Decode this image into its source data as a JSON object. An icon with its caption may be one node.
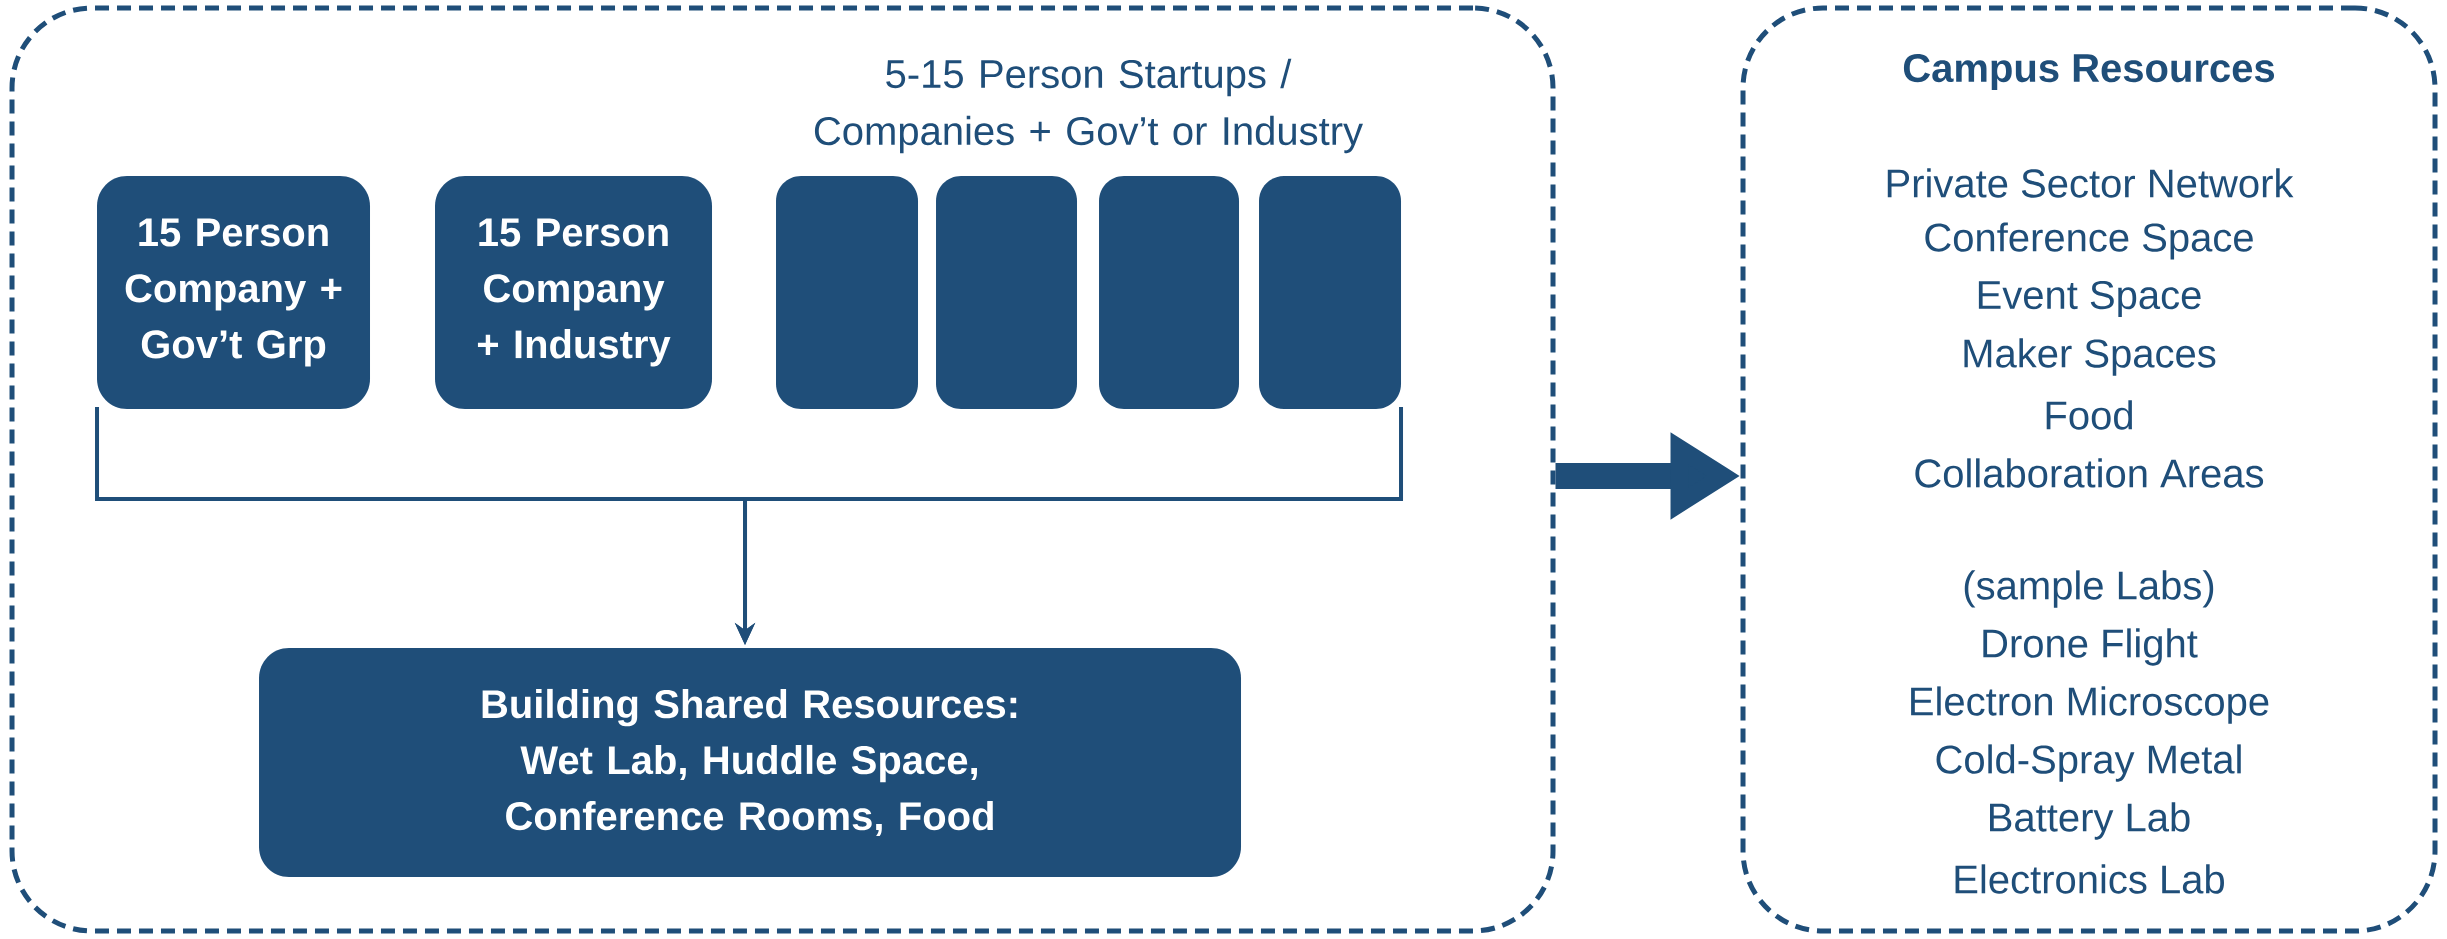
{
  "diagram": {
    "nodes": [
      {
        "text": [],
        "shape": "box"
      },
      {
        "text": [
          "15 Person Company + Gov’t Grp"
        ],
        "in": 0
      },
      {
        "text": [
          "15 Person Company + Industry"
        ],
        "in": 0
      },
      {
        "text": [],
        "shape": "box",
        "in": 0
      },
      {
        "text": [],
        "shape": "box",
        "in": 0
      },
      {
        "text": [],
        "shape": "box",
        "in": 0
      },
      {
        "text": [],
        "shape": "box",
        "in": 0
      },
      {
        "text": [
          "Building Shared Resources: Wet Lab, Huddle Space, Conference Rooms, Food"
        ],
        "in": 0
      },
      {
        "text": [
          "Campus Resources",
          "Private Sector Network",
          "Conference Space",
          "Event Space",
          "Maker Spaces",
          "Food",
          "Collaboration Areas",
          "(sample Labs)",
          "Drone Flight",
          "Electron Microscope",
          "Cold-Spray Metal",
          "Battery Lab",
          "Electronics Lab"
        ]
      }
    ],
    "edges": [
      {
        "from": 1,
        "to": 7,
        "arrow": "to"
      },
      {
        "from": 6,
        "to": 7,
        "arrow": "to"
      },
      {
        "from": 0,
        "to": 8,
        "arrow": "to",
        "style": "thick"
      }
    ],
    "labels": [
      "5-15 Person Startups / Companies + Gov’t or Industry"
    ]
  }
}
